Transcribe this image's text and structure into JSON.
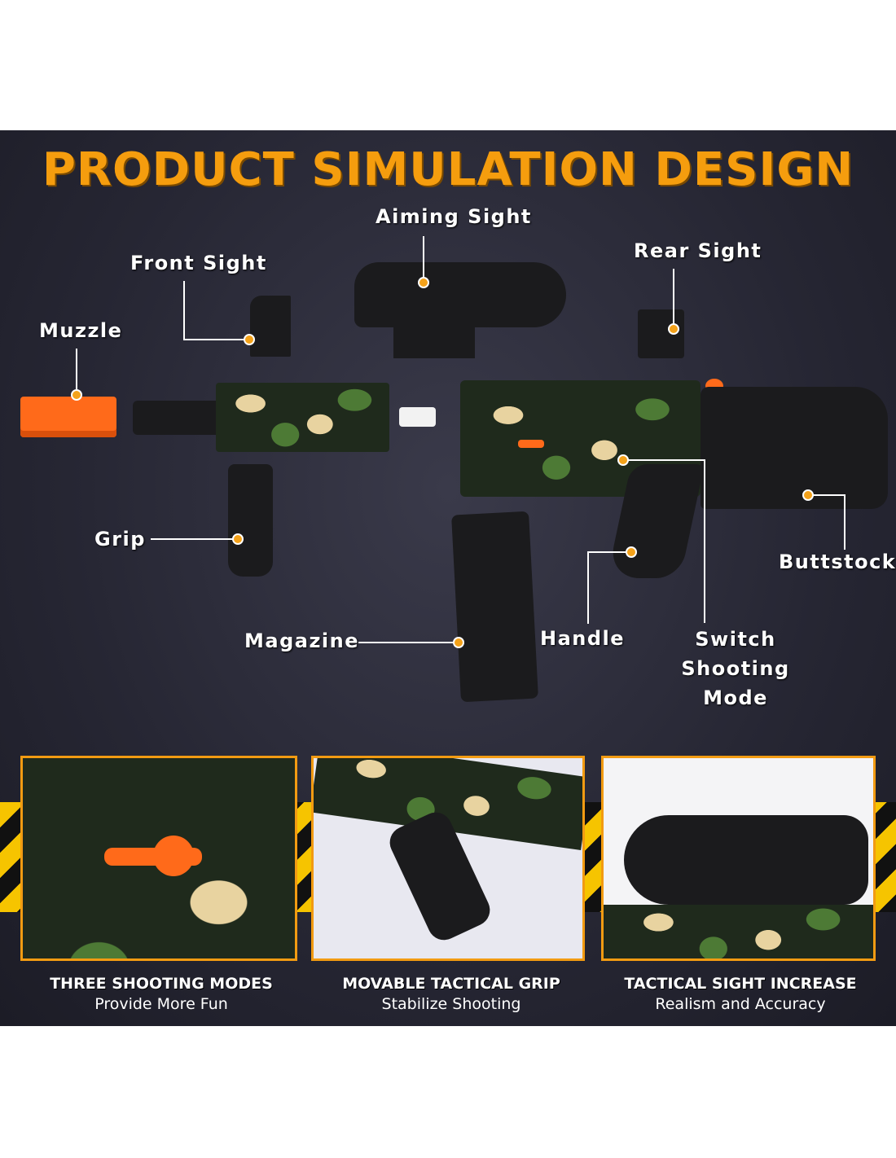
{
  "title": "PRODUCT SIMULATION DESIGN",
  "labels": {
    "aiming_sight": "Aiming Sight",
    "front_sight": "Front Sight",
    "rear_sight": "Rear Sight",
    "muzzle": "Muzzle",
    "grip": "Grip",
    "magazine": "Magazine",
    "handle": "Handle",
    "switch_line1": "Switch Shooting",
    "switch_line2": "Mode",
    "buttstock": "Buttstock"
  },
  "features": [
    {
      "title": "THREE SHOOTING MODES",
      "subtitle": "Provide More Fun"
    },
    {
      "title": "MOVABLE TACTICAL GRIP",
      "subtitle": "Stabilize Shooting"
    },
    {
      "title": "TACTICAL SIGHT INCREASE",
      "subtitle": "Realism and Accuracy"
    }
  ],
  "colors": {
    "accent": "#f59d0e",
    "orange_part": "#ff6a1a",
    "background": "#262633"
  }
}
